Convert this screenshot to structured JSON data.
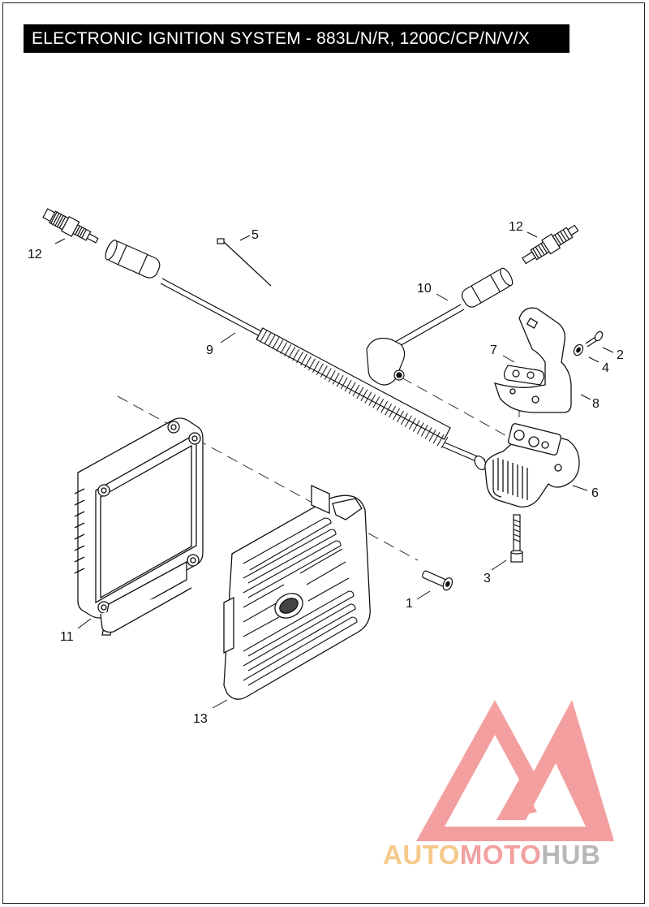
{
  "title": "ELECTRONIC IGNITION SYSTEM - 883L/N/R, 1200C/CP/N/V/X",
  "callouts": {
    "c1": "1",
    "c2": "2",
    "c3": "3",
    "c4": "4",
    "c5": "5",
    "c6": "6",
    "c7": "7",
    "c8": "8",
    "c9": "9",
    "c10": "10",
    "c11": "11",
    "c12a": "12",
    "c12b": "12",
    "c13": "13"
  },
  "watermark": {
    "part1": "AUTO",
    "part2": "MOTO",
    "part3": "HUB"
  },
  "colors": {
    "title_bg": "#000000",
    "title_text": "#ffffff",
    "logo_red": "#f08080",
    "logo_orange": "#f4c98a",
    "logo_gray": "#b8b8b8"
  }
}
